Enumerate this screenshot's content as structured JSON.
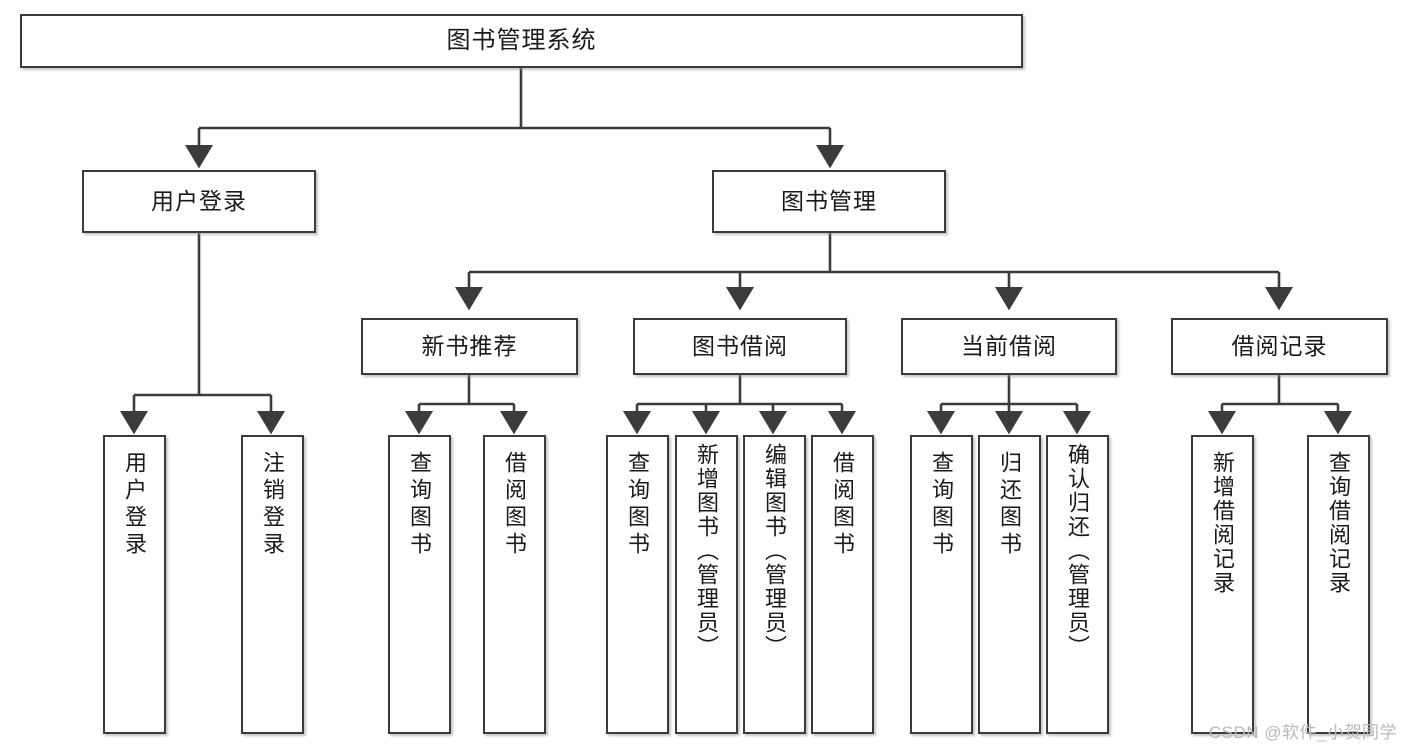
{
  "diagram": {
    "title": "图书管理系统",
    "type": "hierarchy-tree",
    "watermark": "CSDN @软件_小贺同学",
    "root": {
      "id": "root",
      "label": "图书管理系统"
    },
    "level2": [
      {
        "id": "user-login",
        "label": "用户登录"
      },
      {
        "id": "book-management",
        "label": "图书管理"
      }
    ],
    "level3": [
      {
        "id": "new-book-recommend",
        "label": "新书推荐",
        "parent": "book-management"
      },
      {
        "id": "book-borrow",
        "label": "图书借阅",
        "parent": "book-management"
      },
      {
        "id": "current-borrow",
        "label": "当前借阅",
        "parent": "book-management"
      },
      {
        "id": "borrow-record",
        "label": "借阅记录",
        "parent": "book-management"
      }
    ],
    "leaves": {
      "user_login": [
        {
          "id": "leaf-user-login",
          "label": "用户登录"
        },
        {
          "id": "leaf-logout",
          "label": "注销登录"
        }
      ],
      "new_book_recommend": [
        {
          "id": "leaf-query-book-1",
          "label": "查询图书"
        },
        {
          "id": "leaf-borrow-book-1",
          "label": "借阅图书"
        }
      ],
      "book_borrow": [
        {
          "id": "leaf-query-book-2",
          "label": "查询图书"
        },
        {
          "id": "leaf-add-book",
          "label": "新增图书（管理员）"
        },
        {
          "id": "leaf-edit-book",
          "label": "编辑图书（管理员）"
        },
        {
          "id": "leaf-borrow-book-2",
          "label": "借阅图书"
        }
      ],
      "current_borrow": [
        {
          "id": "leaf-query-book-3",
          "label": "查询图书"
        },
        {
          "id": "leaf-return-book",
          "label": "归还图书"
        },
        {
          "id": "leaf-confirm-return",
          "label": "确认归还（管理员）"
        }
      ],
      "borrow_record": [
        {
          "id": "leaf-add-record",
          "label": "新增借阅记录"
        },
        {
          "id": "leaf-query-record",
          "label": "查询借阅记录"
        }
      ]
    },
    "colors": {
      "stroke": "#3b3b3b",
      "fill": "#ffffff",
      "text": "#1a1a1a",
      "watermark": "#b9b9b9"
    }
  }
}
